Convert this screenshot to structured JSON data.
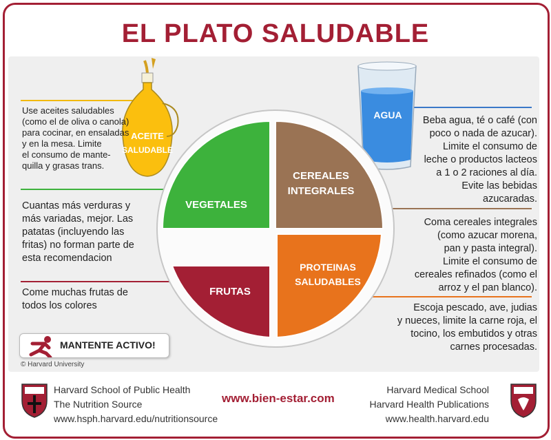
{
  "title": "EL PLATO SALUDABLE",
  "oil": {
    "label_line1": "ACEITE",
    "label_line2": "SALUDABLE",
    "text": [
      "Use aceites saludables",
      "(como el de oliva o canola)",
      "para cocinar, en ensaladas",
      "y en la mesa. Limite",
      "el consumo de mante-",
      "quilla y grasas trans."
    ]
  },
  "water": {
    "label": "AGUA",
    "text": [
      "Beba agua, té o café (con",
      "poco o nada de azucar).",
      "Limite el consumo de",
      "leche o productos lacteos",
      "a 1 o 2 raciones al día.",
      "Evite las bebidas",
      "azucaradas."
    ]
  },
  "plate": {
    "vegetables": {
      "label": "VEGETALES",
      "color": "#3db23c"
    },
    "grains": {
      "label_line1": "CEREALES",
      "label_line2": "INTEGRALES",
      "color": "#9a7354"
    },
    "fruits": {
      "label": "FRUTAS",
      "color": "#a31f34"
    },
    "protein": {
      "label_line1": "PROTEINAS",
      "label_line2": "SALUDABLES",
      "color": "#e8731c"
    }
  },
  "vegetables_text": [
    "Cuantas más verduras y",
    "más variadas, mejor. Las",
    "patatas (incluyendo las",
    "fritas) no forman parte de",
    "esta recomendacion"
  ],
  "fruits_text": [
    "Come muchas frutas de",
    "todos los colores"
  ],
  "grains_text": [
    "Coma cereales integrales",
    "(como azucar morena,",
    "pan y pasta integral).",
    "Limite el consumo de",
    "cereales refinados (como el",
    "arroz y el pan blanco)."
  ],
  "protein_text": [
    "Escoja pescado, ave, judias",
    "y nueces, limite la carne roja, el",
    "tocino, los embutidos y otras",
    "carnes procesadas."
  ],
  "active_label": "MANTENTE ACTIVO!",
  "copyright": "© Harvard University",
  "footer": {
    "left": [
      "Harvard School of Public Health",
      "The Nutrition Source",
      "www.hsph.harvard.edu/nutritionsource"
    ],
    "center": "www.bien-estar.com",
    "right": [
      "Harvard Medical School",
      "Harvard Health Publications",
      "www.health.harvard.edu"
    ]
  }
}
